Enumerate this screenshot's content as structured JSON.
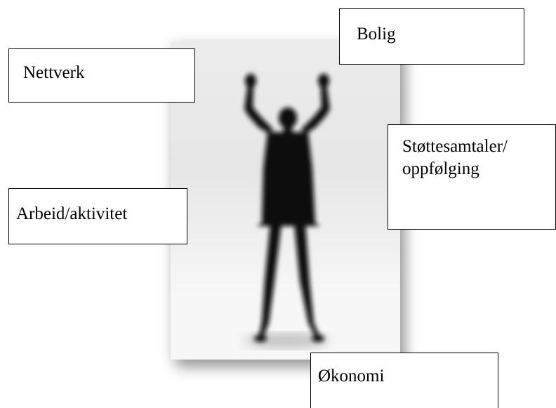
{
  "labels": {
    "bolig": "Bolig",
    "nettverk": "Nettverk",
    "stottesamtaler_line1": "Støttesamtaler/",
    "stottesamtaler_line2": "oppfølging",
    "arbeid": "Arbeid/aktivitet",
    "okonomi": "Økonomi"
  },
  "colors": {
    "border": "#000000",
    "silhouette": "#0a0a0a",
    "photo_background": "#e8e8e8"
  }
}
